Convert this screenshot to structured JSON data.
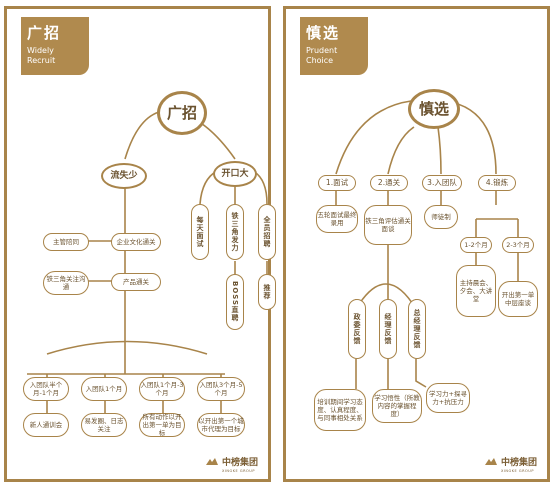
{
  "left": {
    "tag_title": "广招",
    "tag_en1": "Widely",
    "tag_en2": "Recruit",
    "center": "广招",
    "branch1": "流失少",
    "branch2": "开口大",
    "b2_items": [
      "每天面试",
      "铁三角发力",
      "全员招聘"
    ],
    "b2_sub1": "BOSS直聘",
    "b2_sub2": "推荐",
    "b1_items": [
      "主管陪同",
      "铁三角关注沟通"
    ],
    "b1_mid1": "企业文化通关",
    "b1_mid2": "产品通关",
    "stages": [
      {
        "top": "入团队半个月-1个月",
        "bottom": "新人通训会"
      },
      {
        "top": "入团队1个月",
        "bottom": "易发圈、日志关注"
      },
      {
        "top": "入团队1个月-3个月",
        "bottom": "所有动作以开出第一单为目标"
      },
      {
        "top": "入团队3个月-5个月",
        "bottom": "以开出第一个城市代理为目标"
      }
    ]
  },
  "right": {
    "tag_title": "慎选",
    "tag_en1": "Prudent",
    "tag_en2": "Choice",
    "center": "慎选",
    "branches": [
      "1.面试",
      "2.通关",
      "3.入团队",
      "4.锻炼"
    ],
    "b1_sub": "五轮面试最终录用",
    "b2_sub": "铁三角评估通关面谈",
    "b3_sub": "师徒制",
    "b4_subs": [
      "1-2个月",
      "2-3个月"
    ],
    "b4_leaves": [
      "主持晨会、夕会、大讲堂",
      "开出第一单中层座谈"
    ],
    "feedback": [
      "政委反馈",
      "经理反馈",
      "总经理反馈"
    ],
    "feedback_leaves": [
      "培训期间学习态度、认真程度、与同事相处关系",
      "学习悟性（所教内容的掌握程度）",
      "学习力+探寻力+抗压力"
    ]
  },
  "brand": {
    "name": "中榜集团",
    "sub": "XINGKE GROUP"
  },
  "colors": {
    "accent": "#a8844a",
    "tag_bg": "#b08a4e"
  }
}
